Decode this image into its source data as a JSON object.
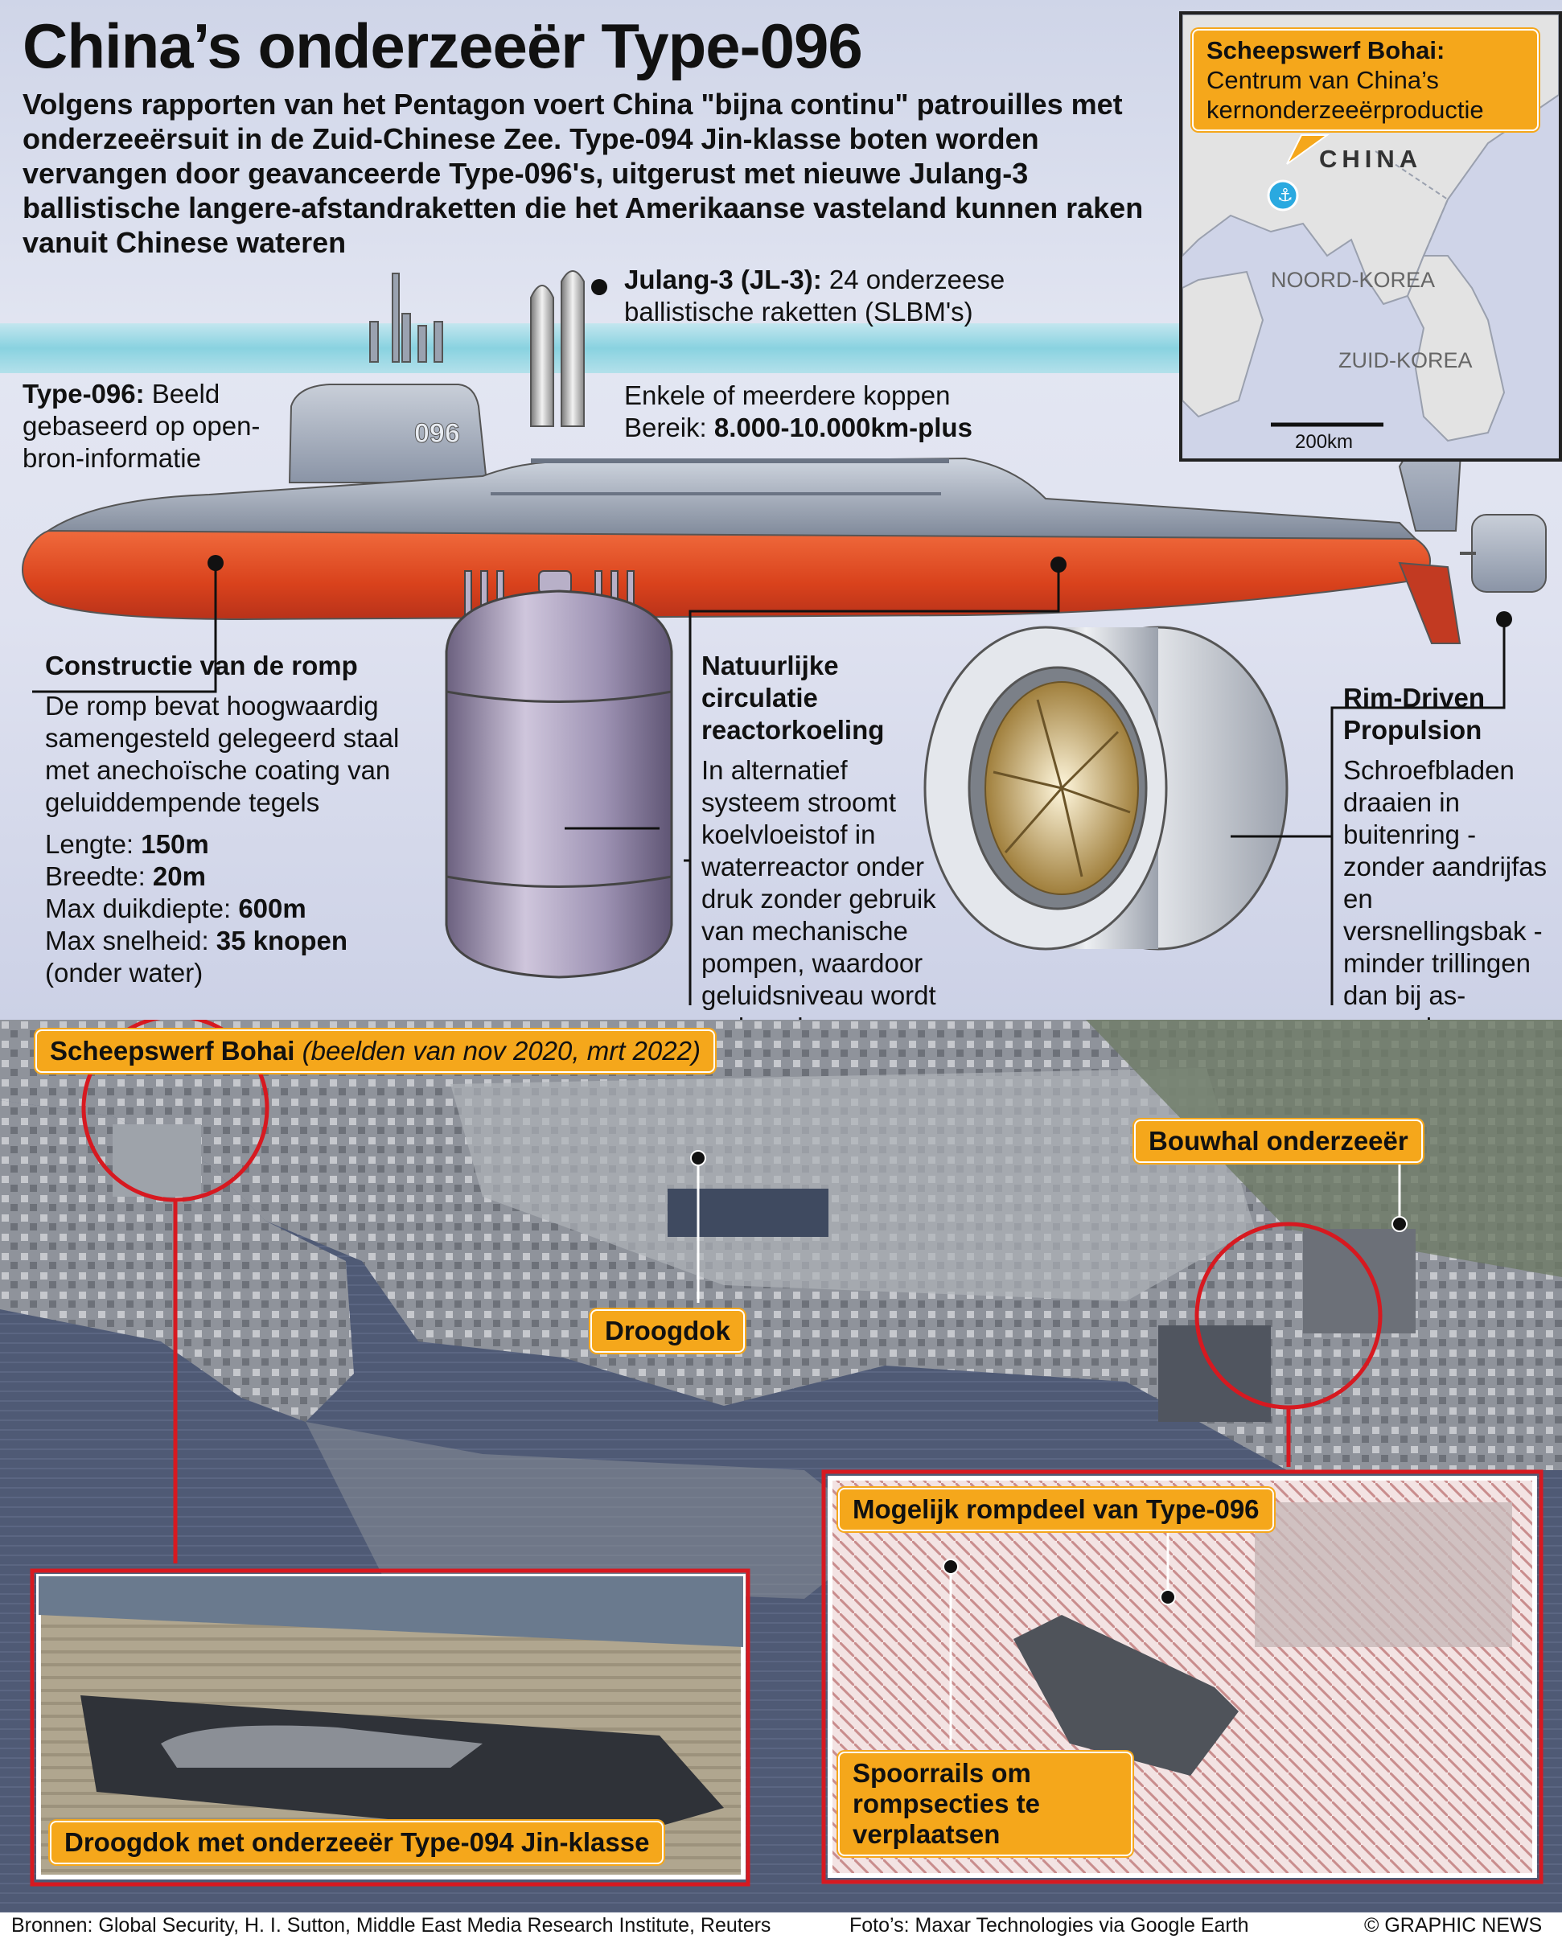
{
  "title": "China’s onderzeeër Type-096",
  "intro": "Volgens rapporten van het Pentagon voert China \"bijna continu\" patrouilles met onderzeeërsuit  in de Zuid-Chinese Zee. Type-094 Jin-klasse boten worden vervangen door geavanceerde Type-096's, uitgerust met nieuwe Julang-3 ballistische langere-afstandraketten die het Amerikaanse vasteland kunnen raken vanuit Chinese wateren",
  "map": {
    "callout_title": "Scheepswerf Bohai:",
    "callout_text": "Centrum van China’s kernonderzeeërproductie",
    "country_china": "CHINA",
    "country_north_korea": "NOORD-KOREA",
    "country_south_korea": "ZUID-KOREA",
    "scale": "200km"
  },
  "submarine": {
    "hull_number": "096",
    "label_title": "Type-096:",
    "label_text": "Beeld gebaseerd op open-bron-informatie"
  },
  "missile": {
    "title": "Julang-3 (JL-3):",
    "text": "24 onderzeese ballistische raketten (SLBM's)",
    "warheads": "Enkele of meerdere koppen",
    "range_label": "Bereik:",
    "range_value": "8.000-10.000km-plus"
  },
  "hull": {
    "title": "Constructie van de romp",
    "text": "De romp bevat hoogwaardig samengesteld gelegeerd staal met anechoïsche coating van geluiddempende tegels",
    "length_label": "Lengte:",
    "length_value": "150m",
    "beam_label": "Breedte:",
    "beam_value": "20m",
    "depth_label": "Max duikdiepte:",
    "depth_value": "600m",
    "speed_label": "Max snelheid:",
    "speed_value": "35 knopen",
    "speed_note": "(onder water)"
  },
  "reactor": {
    "title": "Natuurlijke circulatie reactorkoeling",
    "text": "In alternatief systeem stroomt koelvloeistof in waterreactor onder druk zonder gebruik van mechanische pompen, waardoor geluidsniveau wordt verlaagd"
  },
  "propulsion": {
    "title": "Rim-Driven Propulsion",
    "text": "Schroefbladen draaien in buitenring - zonder aandrijfas en versnellingsbak - minder trillingen dan bij as-aangedreven schroef"
  },
  "photos": {
    "header_title": "Scheepswerf Bohai",
    "header_note": "(beelden van nov 2020, mrt 2022)",
    "construction_hall": "Bouwhal onderzeeër",
    "drydock": "Droogdok",
    "hull_section": "Mogelijk rompdeel van Type-096",
    "rails": "Spoorrails om rompsecties te verplaatsen",
    "drydock_sub": "Droogdok met onderzeeër Type-094 Jin-klasse"
  },
  "footer": {
    "sources": "Bronnen: Global Security, H. I. Sutton, Middle East Media Research Institute, Reuters",
    "photos": "Foto’s: Maxar Technologies via Google Earth",
    "credit": "© GRAPHIC NEWS"
  },
  "colors": {
    "accent_orange": "#f5a71b",
    "highlight_red": "#d71920",
    "hull_red": "#e04a24",
    "hull_grey": "#8e97a8"
  }
}
